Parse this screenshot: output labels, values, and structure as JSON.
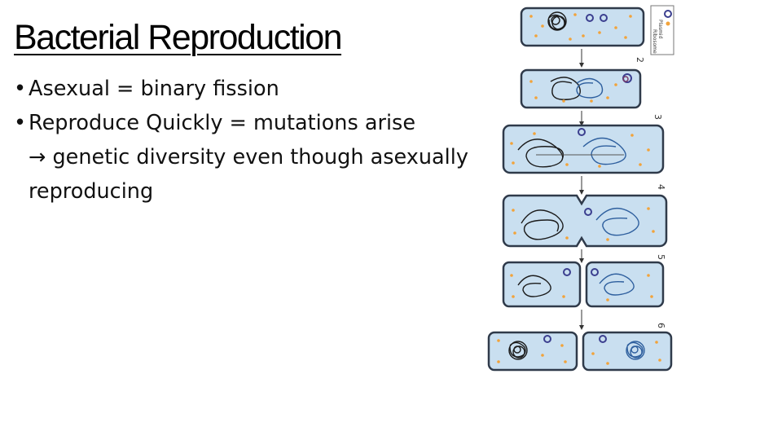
{
  "slide": {
    "title": "Bacterial Reproduction",
    "bullets": [
      {
        "marker": "•",
        "text": "Asexual = binary fission",
        "cont": ""
      },
      {
        "marker": "•",
        "text": "Reproduce Quickly = mutations arise",
        "cont": "→ genetic diversity even though asexually reproducing"
      }
    ]
  },
  "figure": {
    "legend": {
      "plasmid_label": "Plasmid",
      "ribosome_label": "Ribosome"
    },
    "step_numbers": [
      "2",
      "3",
      "4",
      "5",
      "6"
    ],
    "colors": {
      "cell_fill": "#c9dff0",
      "cell_outline": "#2f3a4a",
      "ribosome": "#f2a33a",
      "plasmid": "#3b3f8f",
      "dna_parent": "#1b1b1b",
      "dna_copy": "#2e5f9e"
    }
  }
}
